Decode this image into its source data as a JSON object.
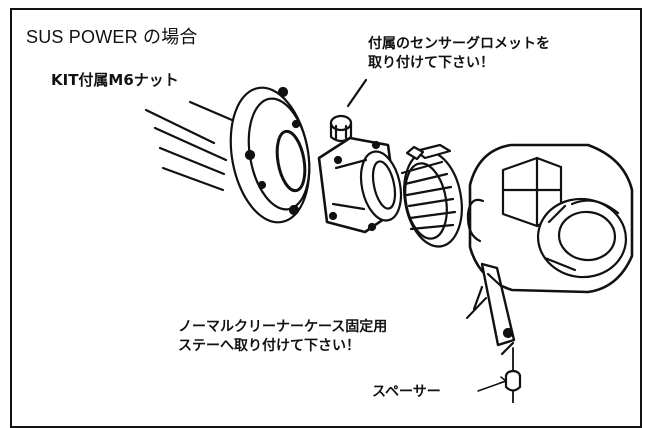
{
  "header": {
    "title": "SUS POWER の場合"
  },
  "callouts": {
    "nut_label": "KIT付属M6ナット",
    "grommet_line1": "付属のセンサーグロメットを",
    "grommet_line2": "取り付けて下さい！",
    "stay_line1": "ノーマルクリーナーケース固定用",
    "stay_line2": "ステーへ取り付けて下さい！",
    "spacer_label": "スペーサー"
  },
  "colors": {
    "line": "#111111",
    "background": "#ffffff"
  }
}
